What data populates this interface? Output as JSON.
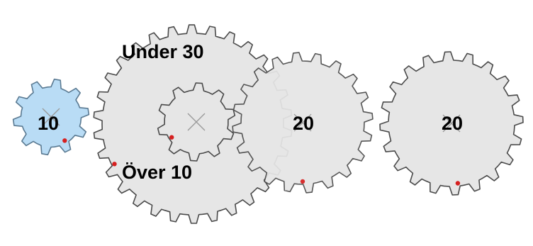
{
  "colors": {
    "gear_fill": "#e6e6e6",
    "gear_stroke": "#4a4a4a",
    "driver_fill": "#b9dcf5",
    "driver_stroke": "#5a7a92",
    "marker": "#d62020",
    "axle": "#9a9a9a"
  },
  "gears": [
    {
      "label": "10",
      "teeth": 10,
      "highlighted": true
    },
    {
      "label": "",
      "teeth": 30,
      "highlighted": false
    },
    {
      "label": "",
      "teeth": 10,
      "highlighted": false
    },
    {
      "label": "20",
      "teeth": 20,
      "highlighted": false
    },
    {
      "label": "20",
      "teeth": 20,
      "highlighted": false
    }
  ],
  "annotations": {
    "big_gear_outer": "Under 30",
    "big_gear_inner": "Över 10"
  }
}
